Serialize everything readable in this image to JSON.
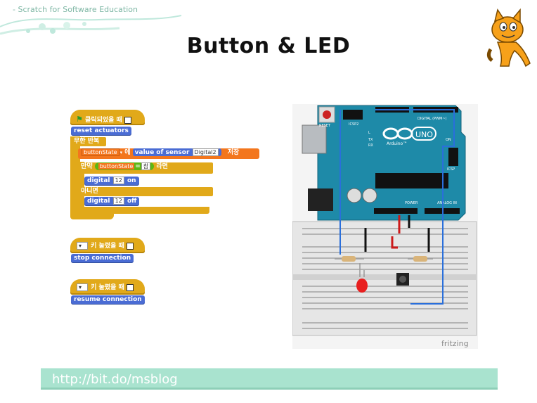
{
  "header": {
    "subtitle": "- Scratch for Software Education",
    "title": "Button & LED"
  },
  "footer": {
    "url": "http://bit.do/msblog"
  },
  "scratch": {
    "when_clicked": "클릭되었을 때",
    "reset": "reset actuators",
    "forever": "무한 반복",
    "var_name": "buttonState",
    "to_text": "에",
    "value_of_sensor": "value of sensor",
    "sensor": "Digital2",
    "save": "저장",
    "if_text": "만약",
    "cond_var": "buttonState",
    "eq": "=",
    "cond_val": "참",
    "then": "라면",
    "digital1": "digital",
    "pin1": "12",
    "on": "on",
    "else_text": "아니면",
    "digital2": "digital",
    "pin2": "12",
    "off": "off",
    "key_pressed1": "키 눌렸을 때",
    "stop": "stop connection",
    "key_pressed2": "키 눌렸을 때",
    "resume": "resume connection"
  },
  "fritzing": {
    "label": "fritzing",
    "board_name": "UNO",
    "board_brand": "Arduino™",
    "reset": "RESET",
    "icsp2": "ICSP2",
    "icsp": "ICSP",
    "digital_label": "DIGITAL (PWM~)",
    "power": "POWER",
    "analog": "ANALOG IN",
    "on": "ON",
    "tx": "TX",
    "rx": "RX",
    "l": "L"
  },
  "colors": {
    "arduino": "#1e8aa8",
    "scratch_control": "#e1a91a",
    "scratch_blue": "#4a6cd4",
    "footer": "#a9e3cf",
    "wire_blue": "#2a6fdb",
    "wire_red": "#cc1a1a"
  }
}
